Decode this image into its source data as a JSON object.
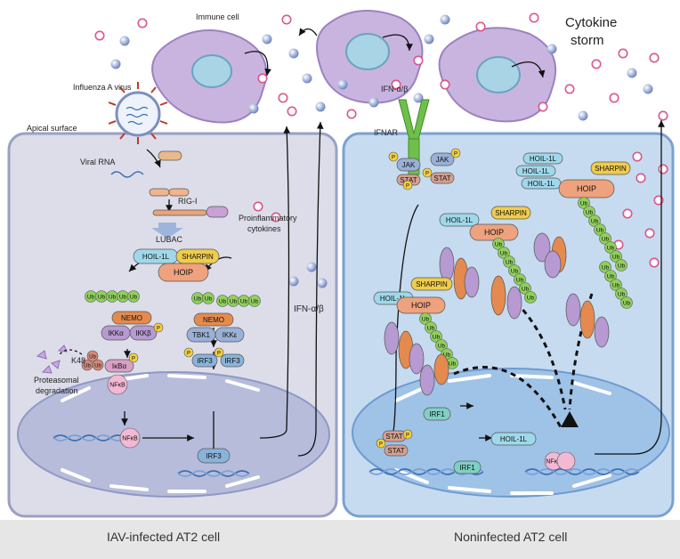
{
  "labels": {
    "immune_cell": "Immune cell",
    "cytokine_storm_1": "Cytokine",
    "cytokine_storm_2": "storm",
    "influenza": "Influenza A virus",
    "apical": "Apical surface",
    "viral_rna": "Viral RNA",
    "rig_i": "RIG-I",
    "lubac": "LUBAC",
    "hoil": "HOIL-1L",
    "sharpin": "SHARPIN",
    "hoip": "HOIP",
    "ub": "Ub",
    "nemo": "NEMO",
    "ikka": "IKKα",
    "ikkb": "IKKβ",
    "tbk1": "TBK1",
    "ikke": "IKKε",
    "ikba": "IκBα",
    "nfkb": "NFκB",
    "irf3": "IRF3",
    "k48": "K48",
    "proteasomal_1": "Proteasomal",
    "proteasomal_2": "degradation",
    "proinflammatory_1": "Proinflammatory",
    "proinflammatory_2": "cytokines",
    "ifn_ab": "IFN-α/β",
    "ifnar": "IFNAR",
    "jak": "JAK",
    "stat": "STAT",
    "p": "P",
    "irf1": "IRF1",
    "left_cell": "IAV-infected AT2 cell",
    "right_cell": "Noninfected AT2 cell"
  },
  "colors": {
    "cell_left": "#dcdde9",
    "cell_right": "#c8dcef",
    "nucleus_left": "#b9bedb",
    "nucleus_right": "#a6c4e6",
    "immune": "#c9b4e0",
    "ub": "#8fcf5a",
    "nemo": "#e58a4e",
    "ikk": "#b79ad1",
    "hoil": "#9fd8ea",
    "sharpin": "#f0cc4a",
    "hoip": "#eea27d",
    "p": "#f4d03f",
    "pink_dot": "#d94d8c",
    "blue_dot": "#7b93c9"
  }
}
